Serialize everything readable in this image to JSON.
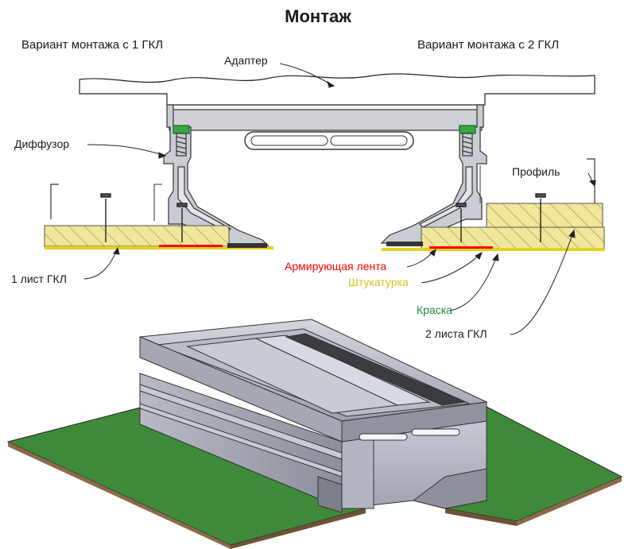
{
  "title": "Монтаж",
  "variants": {
    "left": "Вариант монтажа с 1 ГКЛ",
    "right": "Вариант монтажа с 2 ГКЛ"
  },
  "labels": {
    "adapter": "Адаптер",
    "diffuser": "Диффузор",
    "profile": "Профиль",
    "gkl_one": "1 лист ГКЛ",
    "tape": "Армирующая лента",
    "plaster": "Штукатурка",
    "paint": "Краска",
    "gkl_two": "2 листа ГКЛ"
  },
  "colors": {
    "tape": "#ff0000",
    "plaster": "#e6d21a",
    "paint": "#1f8a3a",
    "gypsum": "#f1e79a",
    "floor_green": "#3f8a3a",
    "aluminum": "#a9acb6"
  }
}
